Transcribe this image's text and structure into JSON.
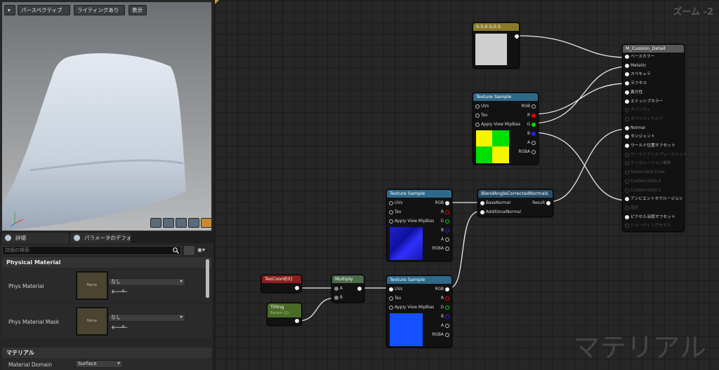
{
  "viewport": {
    "perspective_label": "パースペクティブ",
    "lighting_label": "ライティングあり",
    "show_label": "表示"
  },
  "details": {
    "tab_details": "詳細",
    "tab_params": "パラメータのデフォル",
    "search_placeholder": "詳細の検索",
    "section_physical": "Physical Material",
    "phys_material_label": "Phys Material",
    "phys_material_thumb": "None",
    "phys_material_value": "なし",
    "phys_mask_label": "Phys Material Mask",
    "phys_mask_thumb": "None",
    "phys_mask_value": "なし",
    "section_material": "マテリアル",
    "domain_label": "Material Domain",
    "domain_value": "Surface"
  },
  "graph": {
    "zoom": "ズーム -2",
    "watermark": "マテリアル"
  },
  "nodes": {
    "const": {
      "title": "0.5,0.5,0.5"
    },
    "tex1": {
      "title": "Texture Sample",
      "pins": [
        "UVs",
        "Tex",
        "Apply View MipBias"
      ],
      "outs": [
        "RGB",
        "R",
        "G",
        "B",
        "A",
        "RGBA"
      ]
    },
    "tex2": {
      "title": "Texture Sample",
      "pins": [
        "UVs",
        "Tex",
        "Apply View MipBias"
      ],
      "outs": [
        "RGB",
        "R",
        "G",
        "B",
        "A",
        "RGBA"
      ]
    },
    "tex3": {
      "title": "Texture Sample",
      "pins": [
        "UVs",
        "Tex",
        "Apply View MipBias"
      ],
      "outs": [
        "RGB",
        "R",
        "G",
        "B",
        "A",
        "RGBA"
      ]
    },
    "blend": {
      "title": "BlendAngleCorrectedNormals",
      "in1": "BaseNormal",
      "in2": "AdditionalNormal",
      "out": "Result"
    },
    "texcoord": {
      "title": "TexCoord[0]"
    },
    "multiply": {
      "title": "Multiply",
      "a": "A",
      "b": "B"
    },
    "tilling": {
      "title": "Tilling",
      "sub": "Param (2)"
    },
    "material": {
      "title": "M_Cussion_Detail",
      "pins": [
        "ベースカラー",
        "Metallic",
        "スペキュラ",
        "ラフネス",
        "異方性",
        "エミッシブカラー",
        "オパシティ",
        "オパシティマスク",
        "Normal",
        "タンジェント",
        "ワールド位置オフセット",
        "ワールドディスプレースメント",
        "テッセレーション乗数",
        "Subsurface Color",
        "Custom Data 0",
        "Custom Data 1",
        "アンビエントオクルージョン",
        "屈折",
        "ピクセル深度オフセット",
        "シェーディングモデル"
      ]
    }
  },
  "colors": {
    "tex_header": "#2d6a8a",
    "blend_header": "#2a4f6a",
    "texcoord_header": "#8a1e1e",
    "multiply_header": "#4d6a4d",
    "tilling_header": "#4a6a2a",
    "const_header": "#8a7a2a",
    "material_header": "#585858"
  }
}
